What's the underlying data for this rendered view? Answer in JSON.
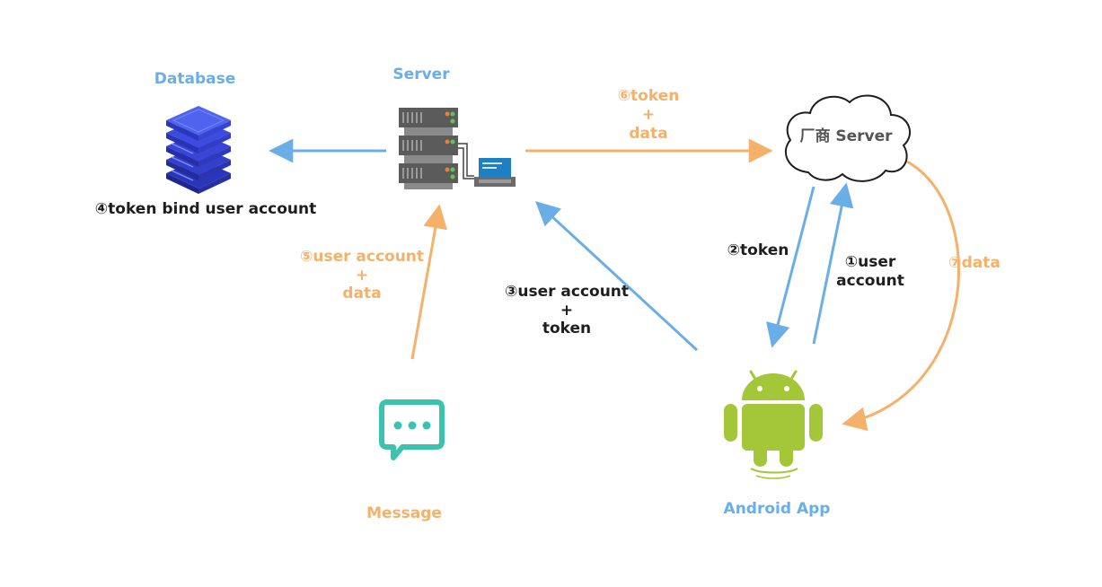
{
  "nodes": {
    "database": "Database",
    "server": "Server",
    "vendor_server": "厂商 Server",
    "message": "Message",
    "android_app": "Android App"
  },
  "steps": {
    "step1_line1": "①user",
    "step1_line2": "account",
    "step2": "②token",
    "step3_line1": "③user account",
    "step3_line2": "+",
    "step3_line3": "token",
    "step4": "④token bind user account",
    "step5_line1": "⑤user account",
    "step5_line2": "+",
    "step5_line3": "data",
    "step6_line1": "⑥token",
    "step6_line2": "+",
    "step6_line3": "data",
    "step7": "⑦data"
  },
  "colors": {
    "blue": "#6aaee8",
    "orange": "#f5b06a",
    "dark": "#1e1e1e",
    "android_green": "#a4c639",
    "message_teal": "#3cc3b0",
    "database_blue": "#3b47d6"
  },
  "icons": [
    "database-icon",
    "server-rack-icon",
    "computer-terminal-icon",
    "cloud-icon",
    "message-bubble-icon",
    "android-robot-icon"
  ]
}
